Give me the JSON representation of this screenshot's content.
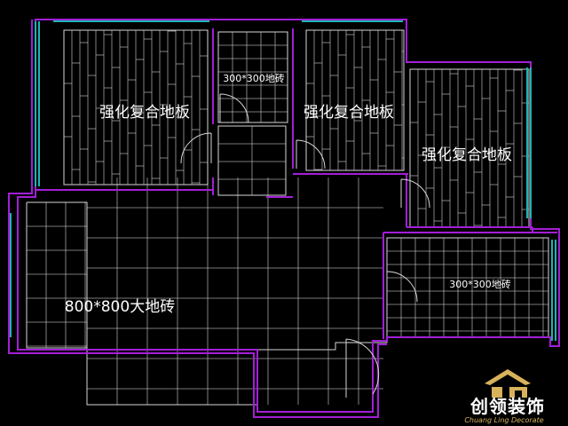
{
  "plan": {
    "labels": {
      "bedroom_1": "强化复合地板",
      "bedroom_2": "强化复合地板",
      "bedroom_3": "强化复合地板",
      "bathroom_1": "300*300地砖",
      "bathroom_2": "300*300地砖",
      "living_area": "800*800大地砖"
    }
  },
  "logo": {
    "chinese": "创领装饰",
    "english": "Chuang Ling Decorate"
  },
  "colors": {
    "background": "#000000",
    "walls": "#a21fd6",
    "lines": "#d6d6d6",
    "windows": "#1fb3b3",
    "logo_gold": "#d8b25a"
  }
}
